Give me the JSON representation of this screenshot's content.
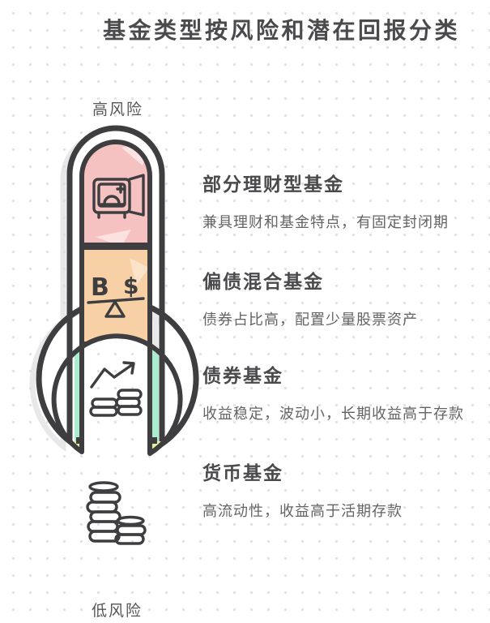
{
  "title": "基金类型按风险和潜在回报分类",
  "thermometer": {
    "top_label": "高风险",
    "bottom_label": "低风险",
    "segments": [
      {
        "label": "部分理财型基金",
        "color": "#f6c2c1",
        "icon": "safe-icon"
      },
      {
        "label": "偏债混合基金",
        "color": "#f8d0a6",
        "icon": "balance-scale-icon"
      },
      {
        "label": "债券基金",
        "color": "#abeccf",
        "icon": "coins-growth-icon"
      },
      {
        "label": "货币基金",
        "color": "#def49f",
        "icon": "coin-stack-icon"
      }
    ]
  },
  "sections": [
    {
      "title": "部分理财型基金",
      "desc": "兼具理财和基金特点，有固定封闭期"
    },
    {
      "title": "偏债混合基金",
      "desc": "债券占比高，配置少量股票资产"
    },
    {
      "title": "债券基金",
      "desc": "收益稳定，波动小，长期收益高于存款"
    },
    {
      "title": "货币基金",
      "desc": "高流动性，收益高于活期存款"
    }
  ],
  "colors": {
    "outline": "#3e3e41",
    "segment_1": "#f6c2c1",
    "segment_2": "#f8d0a6",
    "segment_3": "#abeccf",
    "segment_4": "#def49f",
    "title_text": "#4a4a4c",
    "desc_text": "#646464"
  }
}
